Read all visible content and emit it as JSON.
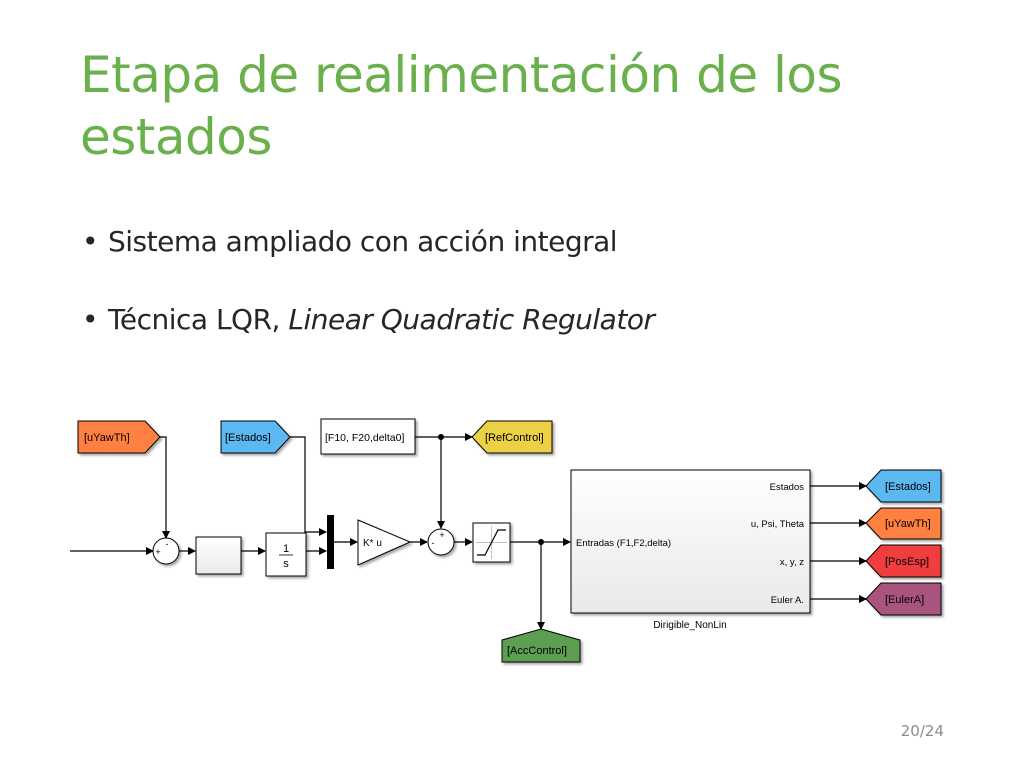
{
  "slide": {
    "title": "Etapa de realimentación de los estados",
    "bullets": [
      {
        "text": "Sistema ampliado con acción integral",
        "italic": ""
      },
      {
        "text": "Técnica LQR, ",
        "italic": "Linear Quadratic Regulator"
      }
    ],
    "page_number": "20/24"
  },
  "diagram": {
    "from_tags": {
      "uyawth_in": "[uYawTh]",
      "estados_in": "[Estados]"
    },
    "constant_block": "[F10, F20,delta0]",
    "goto_tags": {
      "refcontrol": "[RefControl]",
      "acccontrol": "[AccControl]",
      "estados_out": "[Estados]",
      "uyawth_out": "[uYawTh]",
      "posesp_out": "[PosEsp]",
      "eulera_out": "[EulerA]"
    },
    "sum1_signs": {
      "top": "-",
      "left": "+"
    },
    "sum2_signs": {
      "top": "+",
      "left": "-"
    },
    "integrator": {
      "numerator": "1",
      "denominator": "s"
    },
    "gain_label": "K* u",
    "subsystem": {
      "name": "Dirigible_NonLin",
      "input_port": "Entradas (F1,F2,delta)",
      "output_ports": [
        "Estados",
        "u, Psi, Theta",
        "x, y, z",
        "Euler A."
      ]
    },
    "colors": {
      "title": "#6ab04c",
      "orange_tag": "#ff8040",
      "blue_tag": "#5cb8f0",
      "yellow_tag": "#ecd045",
      "green_tag": "#5d9e52",
      "red_tag": "#f03c3c",
      "purple_tag": "#a9527f"
    }
  }
}
